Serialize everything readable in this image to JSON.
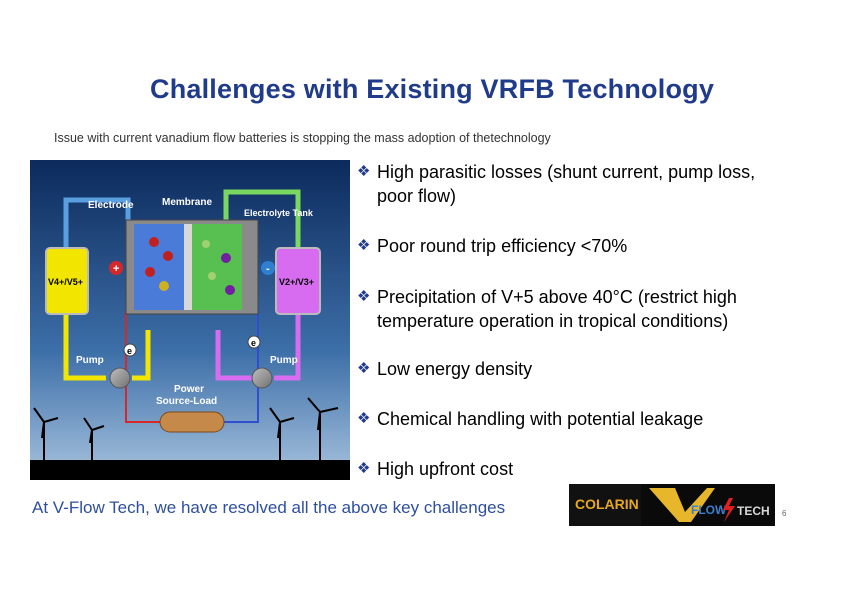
{
  "slide": {
    "title": "Challenges with Existing VRFB Technology",
    "subtitle": "Issue with current vanadium flow batteries is stopping the mass adoption of thetechnology",
    "page_number": "6"
  },
  "diagram": {
    "labels": {
      "electrode": "Electrode",
      "membrane": "Membrane",
      "electrolyte_tank": "Electrolyte Tank",
      "left_tank": "V4+/V5+",
      "right_tank": "V2+/V3+",
      "pump_left": "Pump",
      "pump_right": "Pump",
      "power": "Power",
      "source_load": "Source-Load",
      "plus": "+",
      "minus": "-",
      "electron": "e"
    }
  },
  "bullets": [
    {
      "line1": "High parasitic losses (shunt current, pump loss,",
      "line2": "poor flow)"
    },
    {
      "line1": "Poor round trip efficiency <70%"
    },
    {
      "line1": "Precipitation of V+5 above 40°C (restrict high",
      "line2": "temperature operation in tropical  conditions)"
    },
    {
      "line1": "Low energy density"
    },
    {
      "line1": "Chemical handling with potential leakage"
    },
    {
      "line1": "High upfront cost"
    }
  ],
  "footer": {
    "text": "At V-Flow Tech, we have resolved all the above key challenges"
  },
  "logos": {
    "colarin": "COLARIN",
    "vflow": "FLOW",
    "tech": "TECH"
  },
  "colors": {
    "title": "#1f3b8a",
    "footer": "#2e4f9e",
    "left_electrolyte": "#f2e600",
    "right_electrolyte": "#d86cf0"
  }
}
